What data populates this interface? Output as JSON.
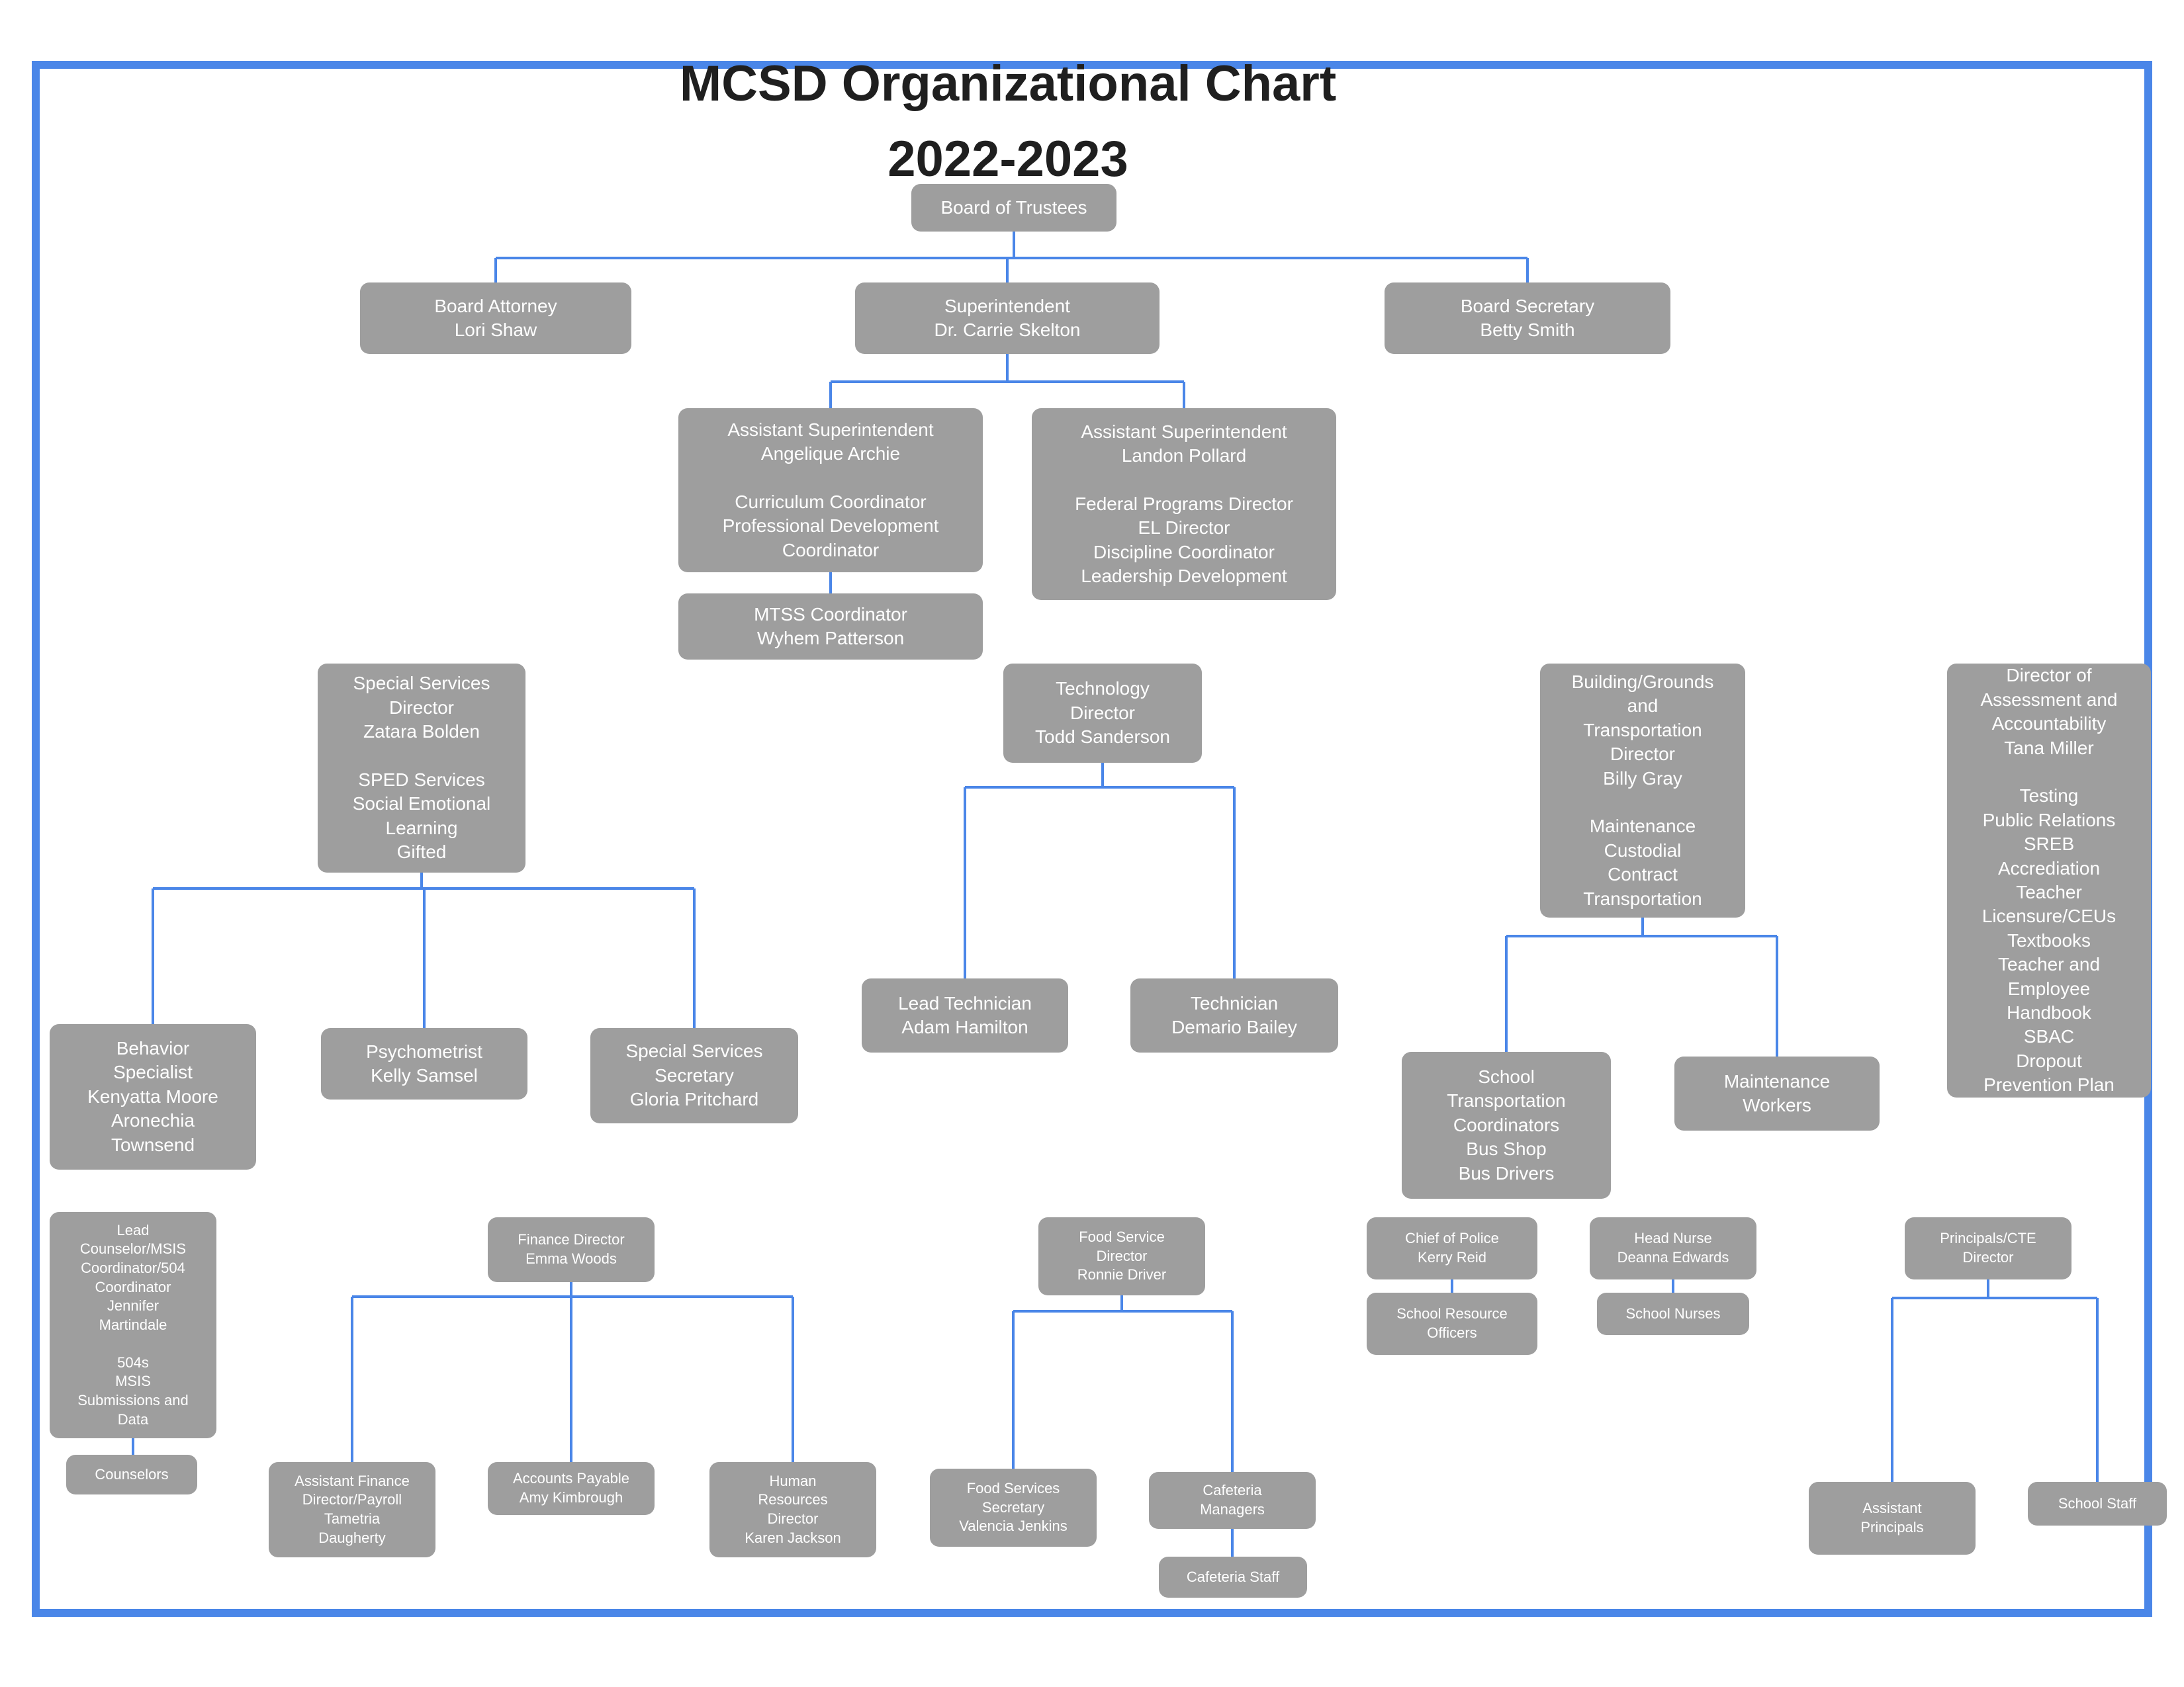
{
  "title": {
    "line1": "MCSD Organizational Chart",
    "line2": "2022-2023"
  },
  "colors": {
    "box_fill": "#9e9e9e",
    "box_text": "#ffffff",
    "connector_blue": "#4a86e8",
    "frame_blue": "#4a86e8",
    "title_text": "#1f1f1f"
  },
  "nodes": {
    "board_of_trustees": {
      "text": "Board of Trustees"
    },
    "board_attorney": {
      "text": "Board Attorney\nLori Shaw"
    },
    "superintendent": {
      "text": "Superintendent\nDr. Carrie Skelton"
    },
    "board_secretary": {
      "text": "Board Secretary\nBetty Smith"
    },
    "asst_supt_archie": {
      "text": "Assistant Superintendent\nAngelique Archie\n\nCurriculum Coordinator\nProfessional Development\nCoordinator"
    },
    "asst_supt_pollard": {
      "text": "Assistant Superintendent\nLandon Pollard\n\nFederal Programs Director\nEL Director\nDiscipline Coordinator\nLeadership Development"
    },
    "mtss_coordinator": {
      "text": "MTSS Coordinator\nWyhem Patterson"
    },
    "special_services_director": {
      "text": "Special Services\nDirector\nZatara Bolden\n\nSPED Services\nSocial Emotional\nLearning\nGifted"
    },
    "technology_director": {
      "text": "Technology\nDirector\nTodd Sanderson"
    },
    "building_grounds_director": {
      "text": "Building/Grounds\nand\nTransportation\nDirector\nBilly Gray\n\nMaintenance\nCustodial\nContract\nTransportation"
    },
    "assessment_director": {
      "text": "Director of\nAssessment and\nAccountability\nTana Miller\n\nTesting\nPublic Relations\nSREB\nAccrediation\nTeacher\nLicensure/CEUs\nTextbooks\nTeacher and\nEmployee\nHandbook\nSBAC\nDropout\nPrevention Plan"
    },
    "lead_technician": {
      "text": "Lead Technician\nAdam Hamilton"
    },
    "technician": {
      "text": "Technician\nDemario Bailey"
    },
    "behavior_specialist": {
      "text": "Behavior\nSpecialist\nKenyatta Moore\nAronechia\nTownsend"
    },
    "psychometrist": {
      "text": "Psychometrist\nKelly Samsel"
    },
    "special_services_secretary": {
      "text": "Special Services\nSecretary\nGloria Pritchard"
    },
    "school_transportation_coordinators": {
      "text": "School\nTransportation\nCoordinators\nBus Shop\nBus Drivers"
    },
    "maintenance_workers": {
      "text": "Maintenance\nWorkers"
    },
    "lead_counselor": {
      "text": "Lead\nCounselor/MSIS\nCoordinator/504\nCoordinator\nJennifer\nMartindale\n\n504s\nMSIS\nSubmissions and\nData"
    },
    "counselors": {
      "text": "Counselors"
    },
    "finance_director": {
      "text": "Finance Director\nEmma Woods"
    },
    "food_service_director": {
      "text": "Food Service\nDirector\nRonnie Driver"
    },
    "chief_of_police": {
      "text": "Chief of Police\nKerry Reid"
    },
    "school_resource_officers": {
      "text": "School Resource\nOfficers"
    },
    "head_nurse": {
      "text": "Head Nurse\nDeanna Edwards"
    },
    "school_nurses": {
      "text": "School Nurses"
    },
    "principals_cte_director": {
      "text": "Principals/CTE\nDirector"
    },
    "assistant_finance_director": {
      "text": "Assistant Finance\nDirector/Payroll\nTametria\nDaugherty"
    },
    "accounts_payable": {
      "text": "Accounts Payable\nAmy Kimbrough"
    },
    "hr_director": {
      "text": "Human\nResources\nDirector\nKaren Jackson"
    },
    "food_services_secretary": {
      "text": "Food Services\nSecretary\nValencia Jenkins"
    },
    "cafeteria_managers": {
      "text": "Cafeteria\nManagers"
    },
    "cafeteria_staff": {
      "text": "Cafeteria Staff"
    },
    "assistant_principals": {
      "text": "Assistant\nPrincipals"
    },
    "school_staff": {
      "text": "School Staff"
    }
  }
}
